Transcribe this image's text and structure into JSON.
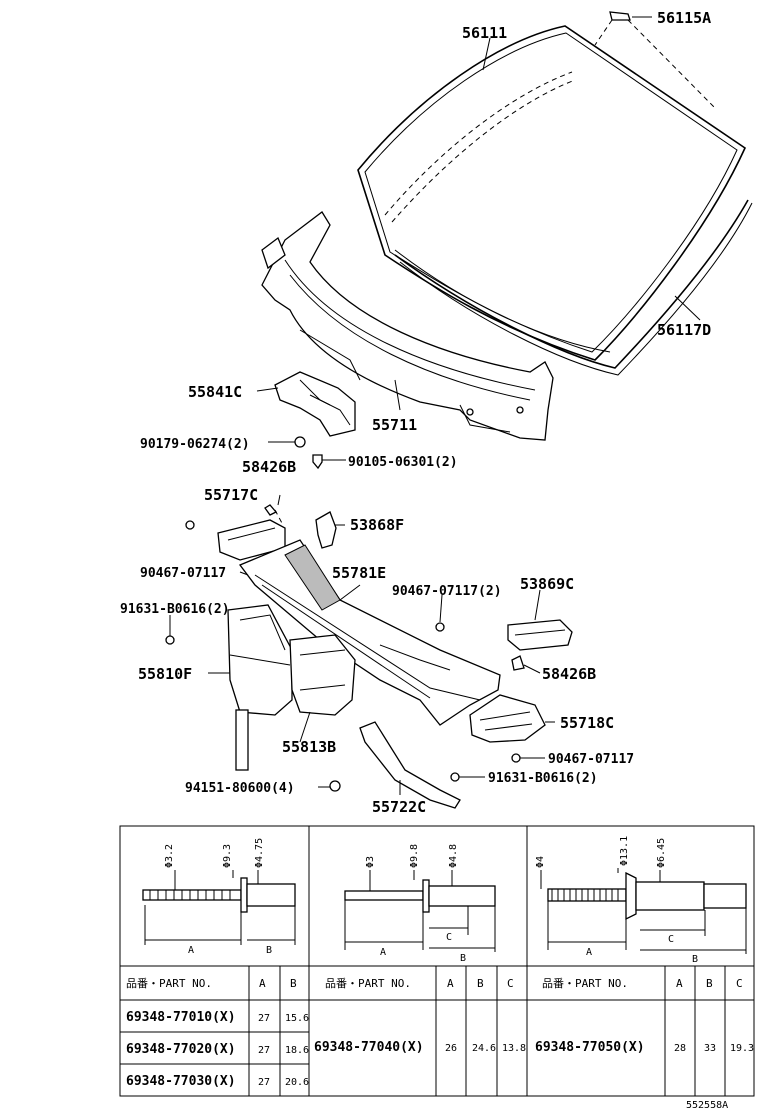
{
  "parts": {
    "windshield": "56111",
    "windshield_clip": "56115A",
    "windshield_molding": "56117D",
    "cowl_side_seal": "55841C",
    "cowl_top_panel": "55711",
    "clip_90179": "90179-06274(2)",
    "screw_90105": "90105-06301(2)",
    "seal_58426b_top": "58426B",
    "seal_55717c": "55717C",
    "seal_53868f": "53868F",
    "clip_90467_left": "90467-07117",
    "louver_55781e": "55781E",
    "clip_90467_mid": "90467-07117(2)",
    "seal_53869c": "53869C",
    "rivet_91631_left": "91631-B0616(2)",
    "duct_55810f": "55810F",
    "seal_58426b_right": "58426B",
    "seal_55718c": "55718C",
    "clip_90467_right": "90467-07117",
    "duct_55813b": "55813B",
    "bolt_94151": "94151-80600(4)",
    "rivet_91631_right": "91631-B0616(2)",
    "seal_55722c": "55722C"
  },
  "rivet_dims": {
    "r1": {
      "d1": "Φ3.2",
      "d2": "Φ9.3",
      "d3": "Φ4.75",
      "a": "A",
      "b": "B"
    },
    "r2": {
      "d1": "Φ3",
      "d2": "Φ9.8",
      "d3": "Φ4.8",
      "a": "A",
      "b": "B",
      "c": "C"
    },
    "r3": {
      "d1": "Φ4",
      "d2": "Φ13.1",
      "d3": "Φ6.45",
      "a": "A",
      "b": "B",
      "c": "C"
    }
  },
  "table": {
    "header_part_no_1": "品番・PART NO.",
    "header_part_no_2": "品番・PART NO.",
    "header_part_no_3": "品番・PART NO.",
    "col_a": "A",
    "col_b": "B",
    "col_c": "C",
    "group1": [
      {
        "part": "69348-77010(X)",
        "a": "27",
        "b": "15.6"
      },
      {
        "part": "69348-77020(X)",
        "a": "27",
        "b": "18.6"
      },
      {
        "part": "69348-77030(X)",
        "a": "27",
        "b": "20.6"
      }
    ],
    "group2": {
      "part": "69348-77040(X)",
      "a": "26",
      "b": "24.6",
      "c": "13.8"
    },
    "group3": {
      "part": "69348-77050(X)",
      "a": "28",
      "b": "33",
      "c": "19.3"
    }
  },
  "reference_code": "552558A"
}
